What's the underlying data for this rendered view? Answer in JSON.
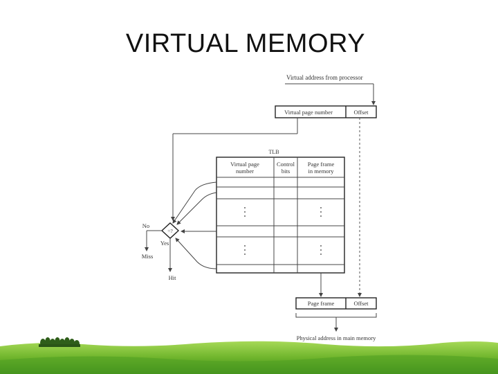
{
  "slide": {
    "title": "VIRTUAL MEMORY"
  },
  "diagram": {
    "virtual_address_label": "Virtual address from processor",
    "virtual_page_number": "Virtual page number",
    "offset_top": "Offset",
    "tlb_label": "TLB",
    "col_virtual_page": "Virtual page",
    "col_virtual_page_2": "number",
    "col_control": "Control",
    "col_control_2": "bits",
    "col_page_frame": "Page frame",
    "col_page_frame_2": "in memory",
    "compare": "=?",
    "no": "No",
    "yes": "Yes",
    "miss": "Miss",
    "hit": "Hit",
    "page_frame_bottom": "Page frame",
    "offset_bottom": "Offset",
    "physical_address_label": "Physical address in main memory"
  },
  "colors": {
    "grass_light": "#8cc63f",
    "grass_dark": "#3f8f1f",
    "title": "#111111"
  }
}
